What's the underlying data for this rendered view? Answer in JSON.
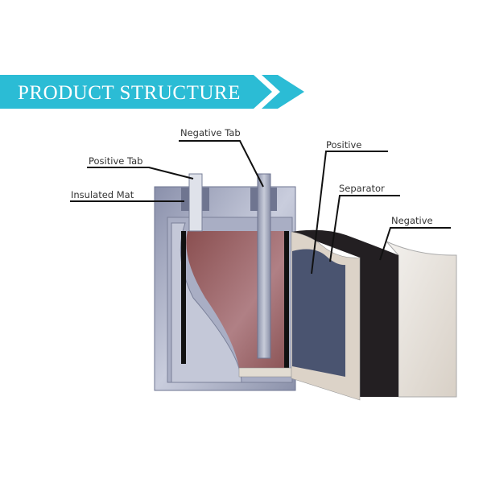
{
  "banner": {
    "title": "PRODUCT STRUCTURE",
    "color": "#2bbcd5"
  },
  "labels": {
    "negative_tab": "Negative Tab",
    "positive_tab": "Positive Tab",
    "insulated_mat": "Insulated Mat",
    "positive": "Positive",
    "separator": "Separator",
    "negative": "Negative"
  },
  "colors": {
    "case": "#9aa0b8",
    "core": "#9a6262",
    "positive_layer": "#4a5470",
    "separator_layer": "#dcd3c8",
    "negative_layer": "#231f22"
  }
}
